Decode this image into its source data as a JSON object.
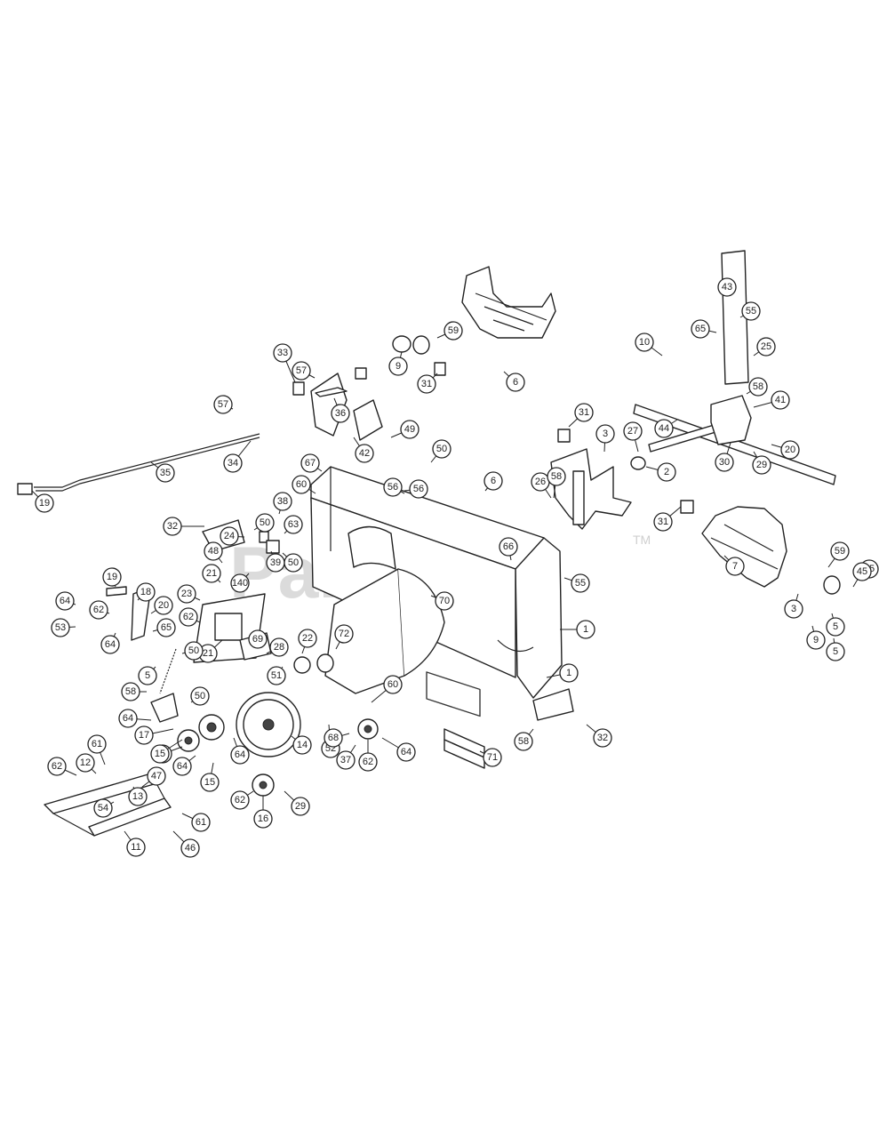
{
  "watermark": {
    "text": "PartsTree",
    "tm": "TM"
  },
  "callouts": [
    "43",
    "55",
    "65",
    "45",
    "5",
    "59",
    "9",
    "31",
    "6",
    "25",
    "58",
    "41",
    "44",
    "10",
    "27",
    "30",
    "29",
    "33",
    "57",
    "36",
    "42",
    "49",
    "50",
    "31",
    "3",
    "2",
    "26",
    "20",
    "57",
    "34",
    "35",
    "19",
    "67",
    "60",
    "56",
    "6",
    "31",
    "7",
    "58",
    "32",
    "24",
    "50",
    "38",
    "63",
    "39",
    "50",
    "140",
    "48",
    "21",
    "56",
    "66",
    "55",
    "70",
    "59",
    "3",
    "9",
    "5",
    "45",
    "1",
    "19",
    "18",
    "20",
    "23",
    "62",
    "64",
    "53",
    "62",
    "65",
    "64",
    "21",
    "69",
    "28",
    "50",
    "22",
    "5",
    "51",
    "72",
    "58",
    "50",
    "52",
    "14",
    "1",
    "58",
    "32",
    "60",
    "68",
    "37",
    "62",
    "64",
    "17",
    "16",
    "64",
    "15",
    "64",
    "62",
    "29",
    "71",
    "61",
    "62",
    "12",
    "47",
    "13",
    "54",
    "61",
    "11",
    "46",
    "64",
    "15",
    "16"
  ]
}
